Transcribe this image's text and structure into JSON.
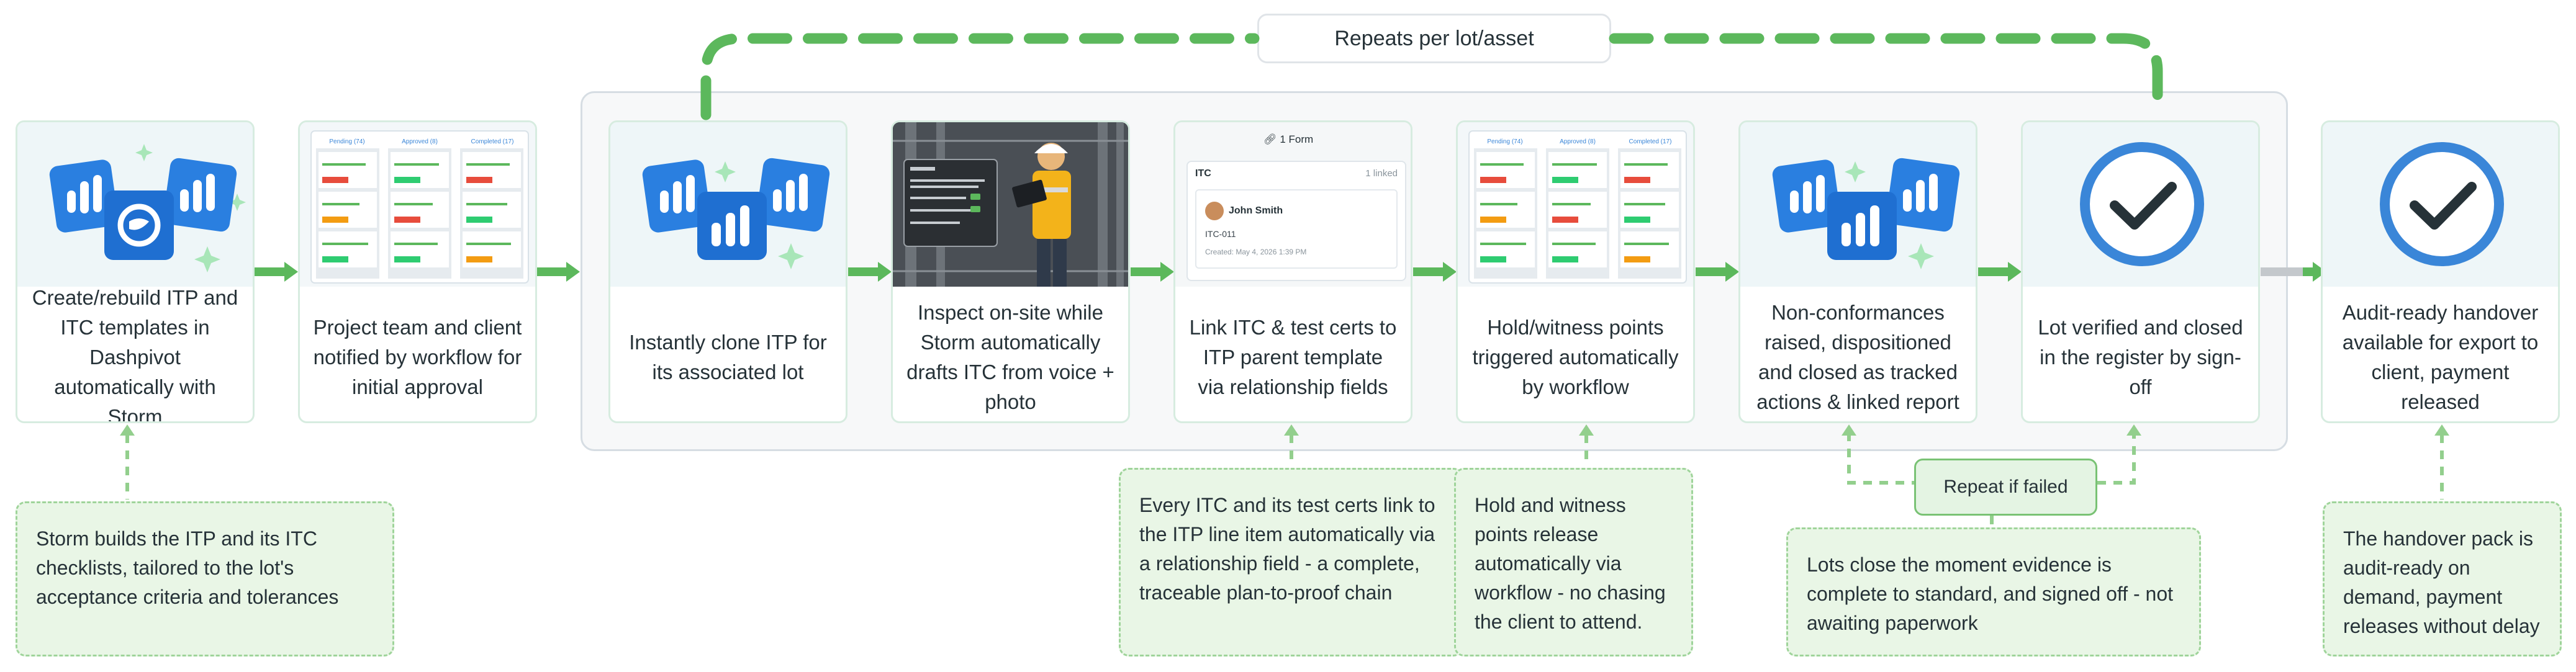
{
  "loop_label": "Repeats per lot/asset",
  "retry_label": "Repeat if failed",
  "steps": [
    {
      "text": "Create/rebuild ITP and ITC templates in Dashpivot automatically with Storm",
      "visual": "app-icons"
    },
    {
      "text": "Project team and client notified by workflow for initial approval",
      "visual": "kanban-board"
    },
    {
      "text": "Instantly clone ITP for its associated lot",
      "visual": "app-icons"
    },
    {
      "text": "Inspect on-site while Storm automatically drafts ITC from voice + photo",
      "visual": "worker-photo"
    },
    {
      "text": "Link ITC & test certs to ITP parent template via relationship fields",
      "visual": "linked-form"
    },
    {
      "text": "Hold/witness points triggered automatically by workflow",
      "visual": "kanban-board"
    },
    {
      "text": "Non-conformances raised, dispositioned and closed as tracked actions & linked report",
      "visual": "app-icons"
    },
    {
      "text": "Lot verified and closed in the register by sign-off",
      "visual": "check-circle"
    },
    {
      "text": "Audit-ready handover available for export to client, payment released",
      "visual": "check-circle"
    }
  ],
  "notes": [
    {
      "text": "Storm builds the ITP and its ITC checklists, tailored to the lot's acceptance criteria and tolerances"
    },
    {
      "text": "Every ITC and its test certs link to the ITP line item automatically via a relationship field - a complete, traceable plan-to-proof chain"
    },
    {
      "text": "Hold and witness points release automatically via workflow - no chasing the client to attend."
    },
    {
      "text": "Lots close the moment evidence is complete to standard, and signed off - not awaiting paperwork"
    },
    {
      "text": "The handover pack is audit-ready on demand, payment releases without delay"
    }
  ],
  "kanban": {
    "columns": [
      "Pending (74)",
      "Approved (8)",
      "Completed (17)"
    ]
  },
  "linked_form": {
    "badge": "1 Form",
    "header": "ITC",
    "linked_count": "1 linked",
    "person": "John Smith",
    "form_id": "ITC-011",
    "created": "Created: May 4, 2026 1:39 PM"
  },
  "colors": {
    "accent_green": "#5cb85c",
    "note_bg": "#e9f6e6",
    "app_blue": "#2a7fe0",
    "check_blue": "#3a86d8"
  }
}
